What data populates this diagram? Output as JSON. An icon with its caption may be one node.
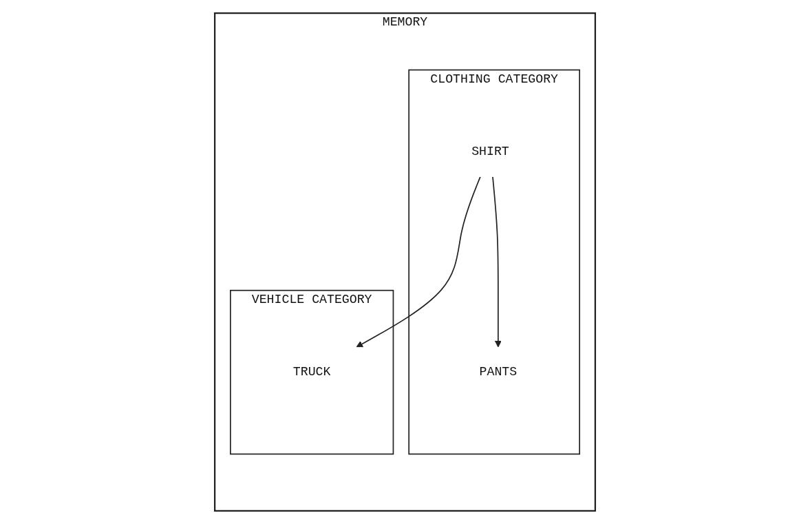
{
  "diagram": {
    "nodes": [
      {
        "text": [
          "MEMORY"
        ]
      },
      {
        "text": [
          "CLOTHING CATEGORY"
        ],
        "in": 0
      },
      {
        "text": [
          "SHIRT"
        ],
        "in": 1
      },
      {
        "text": [
          "PANTS"
        ],
        "in": 1
      },
      {
        "text": [
          "VEHICLE CATEGORY"
        ],
        "in": 0
      },
      {
        "text": [
          "TRUCK"
        ],
        "in": 4
      }
    ],
    "edges": [
      {
        "from": 2,
        "to": 5,
        "arrow": "to"
      },
      {
        "from": 2,
        "to": 3,
        "arrow": "to"
      }
    ]
  }
}
